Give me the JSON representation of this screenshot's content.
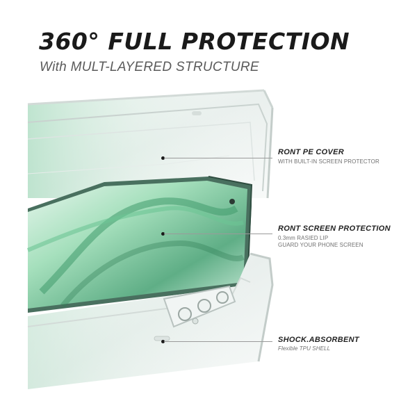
{
  "header": {
    "title": "360° FULL PROTECTION",
    "subtitle": "With MULT-LAYERED STRUCTURE"
  },
  "callouts": [
    {
      "title": "RONT PE COVER",
      "lines": [
        "WITH BUILT-IN SCREEN PROTECTOR"
      ]
    },
    {
      "title": "RONT SCREEN PROTECTION",
      "lines": [
        "0.3mm RASIED LIP",
        "GUARD YOUR PHONE SCREEN"
      ]
    },
    {
      "title": "SHOCK.ABSORBENT",
      "lines": [
        "Flexible TPU SHELL"
      ]
    }
  ],
  "colors": {
    "heading": "#1a1a1a",
    "subheading": "#5a5a5a",
    "screen_green": "#8fd4ac",
    "frame_green": "#6a9e86",
    "clear_case": "#e4ecea"
  }
}
